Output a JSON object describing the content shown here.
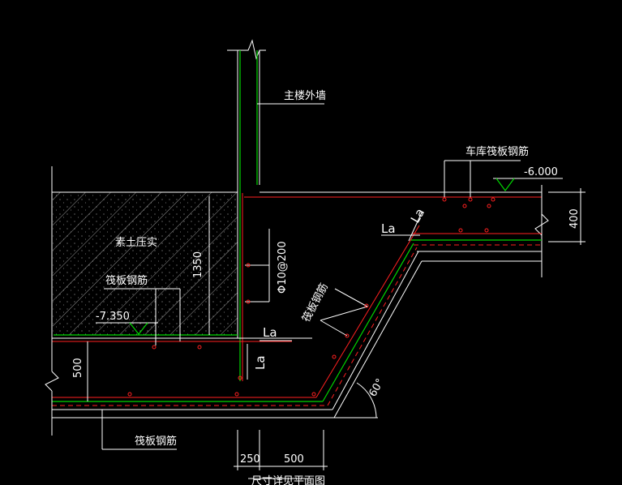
{
  "labels": {
    "main_wall": "主楼外墙",
    "garage_raft_rebar": "车库筏板钢筋",
    "elev_garage": "-6.000",
    "dim_400": "400",
    "la_top_1": "La",
    "la_top_2": "La",
    "compacted_soil": "素土压实",
    "dim_1350": "1350",
    "raft_rebar_left": "筏板钢筋",
    "elev_main": "-7.350",
    "stirrup": "Φ10@200",
    "raft_rebar_slope": "筏板钢筋",
    "la_mid_h": "La",
    "la_mid_v": "La",
    "dim_500_left": "500",
    "angle": "60°",
    "raft_rebar_bottom": "筏板钢筋",
    "dim_250": "250",
    "dim_500_bottom": "500",
    "size_note": "尺寸详见平面图"
  },
  "colors": {
    "background": "#000000",
    "outline": "#ffffff",
    "rebar_red": "#ff2020",
    "rebar_green": "#00d800",
    "hatch": "#cfcfcf",
    "text": "#ffffff"
  }
}
